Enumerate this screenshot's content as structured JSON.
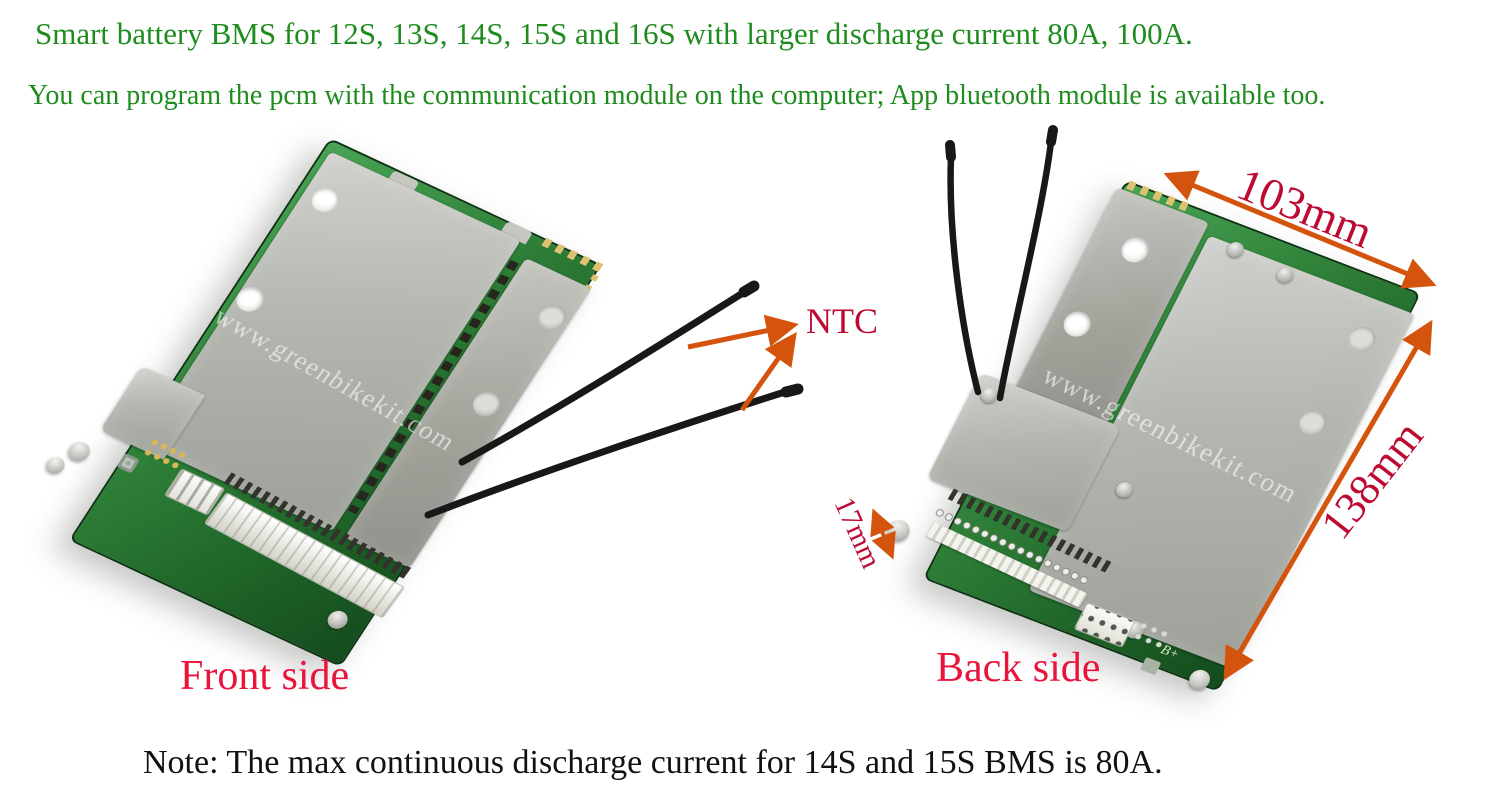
{
  "header": {
    "line1": "Smart battery BMS for 12S, 13S, 14S, 15S and 16S with larger discharge current 80A, 100A.",
    "line2": "You can program the pcm with the communication module on the computer; App bluetooth module is available too."
  },
  "front_photo": {
    "caption": "Front side",
    "watermark": "www.greenbikekit.com"
  },
  "back_photo": {
    "caption": "Back side",
    "watermark": "www.greenbikekit.com",
    "silk_b_plus": "B+"
  },
  "annotations": {
    "ntc": "NTC",
    "dim_width": "103mm",
    "dim_length": "138mm",
    "dim_thickness": "17mm"
  },
  "footer": {
    "note": "Note: The max continuous discharge current for 14S and 15S BMS is 80A."
  },
  "colors": {
    "title_green": "#1f8c1f",
    "caption_red": "#e8143c",
    "dim_red": "#bc0a32",
    "arrow_orange": "#d4540e",
    "wire_black": "#181818",
    "note_black": "#111111",
    "pcb_green": "#2f8038",
    "plate_grey": "#b3b5af"
  }
}
